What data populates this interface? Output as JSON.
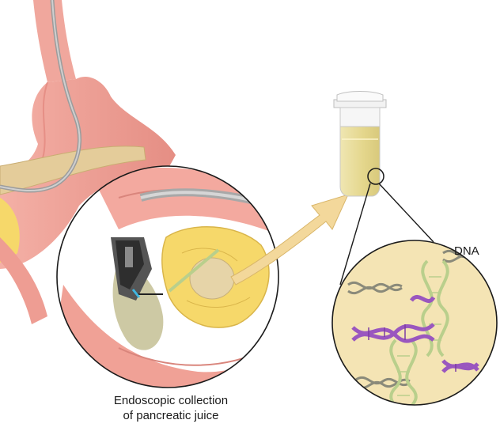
{
  "labels": {
    "caption_line1": "Endoscopic collection",
    "caption_line2": "of pancreatic juice",
    "dna": "DNA"
  },
  "colors": {
    "stomach": "#f2a59b",
    "stomach_dark": "#e07f76",
    "pancreas": "#f6d86a",
    "pancreas_tan": "#e2c995",
    "endoscope": "#8f8f8f",
    "tube_fluid": "#eadf9c",
    "dna_purple": "#9a57bf",
    "dna_green": "#b9cf8c",
    "dna_gray": "#8a8a7a",
    "inset_bg": "#f4e4b4",
    "arrow": "#f3d89b"
  },
  "icons": [
    "stomach-illustration",
    "endoscope-inset",
    "sample-tube",
    "dna-inset",
    "collection-arrow"
  ]
}
